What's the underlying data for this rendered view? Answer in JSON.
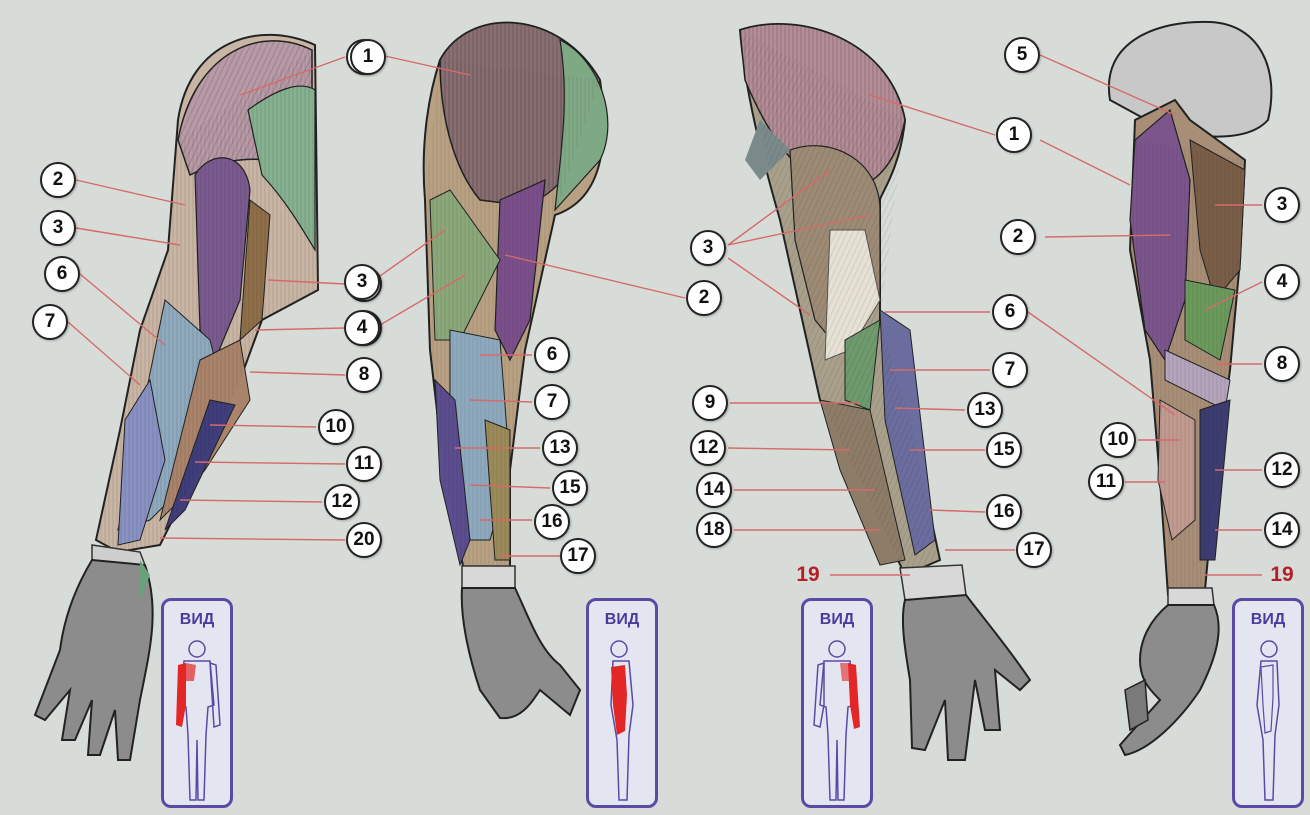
{
  "view_label": "ВИД",
  "figures": [
    {
      "labels": [
        "1",
        "2",
        "3",
        "6",
        "7",
        "3",
        "4",
        "8",
        "10",
        "11",
        "12",
        "20"
      ]
    },
    {
      "labels": [
        "1",
        "3",
        "4",
        "2",
        "6",
        "7",
        "13",
        "15",
        "16",
        "17"
      ]
    },
    {
      "labels": [
        "1",
        "3",
        "6",
        "7",
        "9",
        "13",
        "12",
        "15",
        "14",
        "16",
        "18",
        "17",
        "19"
      ]
    },
    {
      "labels": [
        "5",
        "3",
        "2",
        "4",
        "8",
        "10",
        "12",
        "11",
        "14",
        "19"
      ]
    }
  ],
  "colors": {
    "background": "#d7dcd8",
    "leader_line": "#d66a6a",
    "badge_fill": "#ffffff",
    "badge_stroke": "#222222",
    "red_label": "#b3202a",
    "view_frame": "#5a4aa6",
    "highlight": "#e32626"
  }
}
